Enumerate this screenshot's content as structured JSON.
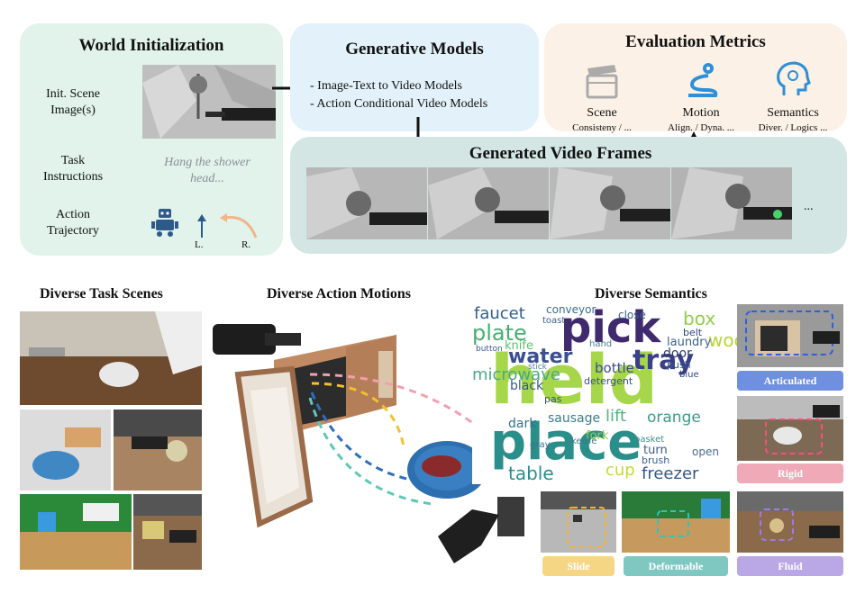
{
  "world_init": {
    "title": "World Initialization",
    "scene_label": "Init. Scene Image(s)",
    "task_label": "Task Instructions",
    "task_text": "Hang the shower head...",
    "action_label": "Action Trajectory",
    "left_label": "L.",
    "right_label": "R."
  },
  "generative": {
    "title": "Generative Models",
    "item1": "- Image-Text to Video Models",
    "item2": "- Action Conditional Video Models"
  },
  "evaluation": {
    "title": "Evaluation Metrics",
    "metrics": [
      {
        "name": "Scene",
        "sub": "Consisteny / ...",
        "icon": "clapperboard-icon"
      },
      {
        "name": "Motion",
        "sub": "Align. / Dyna. ...",
        "icon": "route-icon"
      },
      {
        "name": "Semantics",
        "sub": "Diver. / Logics ...",
        "icon": "brain-head-icon"
      }
    ]
  },
  "generated": {
    "title": "Generated Video Frames",
    "ellipsis": "..."
  },
  "sections": {
    "task_scenes": "Diverse Task Scenes",
    "action_motions": "Diverse Action Motions",
    "semantics": "Diverse Semantics"
  },
  "categories": [
    {
      "label": "Articulated",
      "color": "#6f8fe0"
    },
    {
      "label": "Rigid",
      "color": "#f0a9b6"
    },
    {
      "label": "Slide",
      "color": "#f5d685"
    },
    {
      "label": "Deformable",
      "color": "#7fc7c1"
    },
    {
      "label": "Fluid",
      "color": "#b9a7e6"
    }
  ],
  "colors": {
    "world_panel": "#e1f3ea",
    "generative_panel": "#e3f1fa",
    "evaluation_panel": "#fbf1e6",
    "generated_panel": "#d3e6e3",
    "accent_blue": "#2e5a8a"
  },
  "wordcloud": [
    {
      "text": "held",
      "color": "#a6d64a"
    },
    {
      "text": "place",
      "color": "#2a8f8a"
    },
    {
      "text": "pick",
      "color": "#3f2a6e"
    },
    {
      "text": "water",
      "color": "#3b4e8f"
    },
    {
      "text": "tray",
      "color": "#3a3f86"
    },
    {
      "text": "plate",
      "color": "#45b070"
    },
    {
      "text": "faucet",
      "color": "#2f5e8c"
    },
    {
      "text": "box",
      "color": "#8dcf48"
    },
    {
      "text": "wooden",
      "color": "#b6d435"
    },
    {
      "text": "microwave",
      "color": "#4aa889"
    },
    {
      "text": "table",
      "color": "#2c8b8d"
    },
    {
      "text": "freezer",
      "color": "#31598e"
    },
    {
      "text": "cup",
      "color": "#c6d83a"
    },
    {
      "text": "lift",
      "color": "#4db77a"
    },
    {
      "text": "orange",
      "color": "#3c9a8a"
    },
    {
      "text": "sausage",
      "color": "#3a7b8c"
    },
    {
      "text": "knife",
      "color": "#5cc16a"
    },
    {
      "text": "bottle",
      "color": "#3d4d8a"
    },
    {
      "text": "black",
      "color": "#36598a"
    },
    {
      "text": "door",
      "color": "#2f3d6b"
    },
    {
      "text": "dark",
      "color": "#33728b"
    },
    {
      "text": "conveyor",
      "color": "#3b6c8c"
    },
    {
      "text": "laundry",
      "color": "#3f5f8d"
    },
    {
      "text": "close",
      "color": "#365f8c"
    },
    {
      "text": "fork",
      "color": "#96cc45"
    },
    {
      "text": "turn",
      "color": "#3a5a8a"
    },
    {
      "text": "basket",
      "color": "#3f8f8d"
    },
    {
      "text": "open",
      "color": "#4a6a90"
    },
    {
      "text": "detergent",
      "color": "#3a4f8a"
    },
    {
      "text": "pas",
      "color": "#37508a"
    },
    {
      "text": "belt",
      "color": "#30447a"
    },
    {
      "text": "push",
      "color": "#395990"
    },
    {
      "text": "kettle",
      "color": "#43768c"
    },
    {
      "text": "brush",
      "color": "#385f8c"
    },
    {
      "text": "gray",
      "color": "#3d6f8c"
    },
    {
      "text": "blue",
      "color": "#2f4a80"
    },
    {
      "text": "toast",
      "color": "#3c5e8c"
    },
    {
      "text": "hand",
      "color": "#4b7b8d"
    },
    {
      "text": "button",
      "color": "#395b8a"
    },
    {
      "text": "stick",
      "color": "#5a7f90"
    }
  ]
}
